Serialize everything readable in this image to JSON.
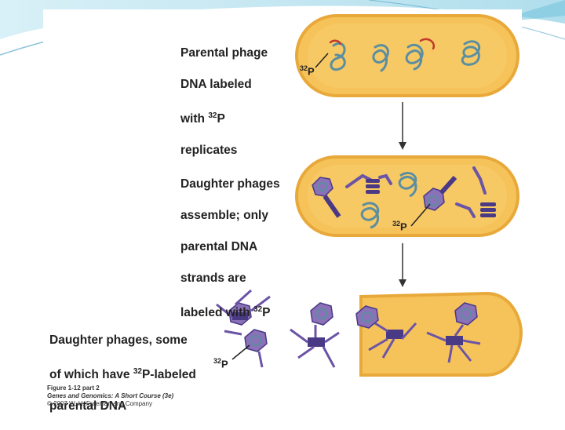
{
  "labels": {
    "step1": {
      "line1": "Parental phage",
      "line2": "DNA labeled",
      "line3a": "with ",
      "iso": "32",
      "line3b": "P",
      "line4": "replicates"
    },
    "step2": {
      "line1": "Daughter phages",
      "line2": "assemble; only",
      "line3": "parental DNA",
      "line4": "strands are",
      "line5a": "labeled with ",
      "iso": "32",
      "line5b": "P"
    },
    "step3": {
      "line1": "Daughter phages, some",
      "line2a": "of which have ",
      "iso": "32",
      "line2b": "P-labeled",
      "line3": "parental DNA"
    }
  },
  "p32_tag": {
    "iso": "32",
    "el": "P"
  },
  "caption": {
    "line1": "Figure 1-12 part 2",
    "line2": "Genes and Genomics: A Short Course (3e)",
    "line3": "© 2007 W. H. Freeman and Company"
  },
  "colors": {
    "cell_fill": "#f6c35b",
    "cell_border": "#e7a83a",
    "dna": "#5b8ea0",
    "phage": "#8a71b8",
    "phage_dark": "#4a3a86",
    "label_red": "#c0392b",
    "slide_accent": "#9fd4e6"
  }
}
